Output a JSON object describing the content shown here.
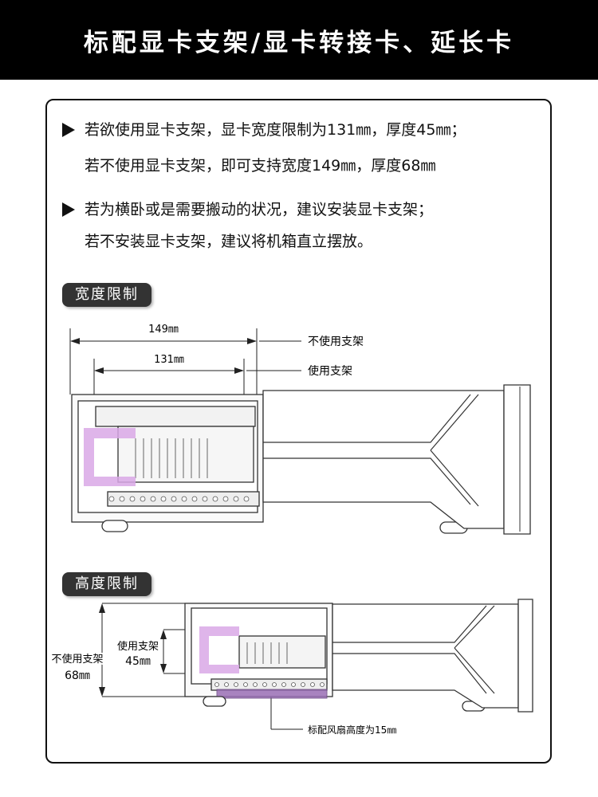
{
  "header": {
    "title": "标配显卡支架/显卡转接卡、延长卡"
  },
  "notes": {
    "line1": "若欲使用显卡支架，显卡宽度限制为131㎜，厚度45㎜；",
    "line2": "若不使用显卡支架，即可支持宽度149㎜，厚度68㎜",
    "line3": "若为横卧或是需要搬动的状况，建议安装显卡支架；",
    "line4": "若不安装显卡支架，建议将机箱直立摆放。"
  },
  "width_section": {
    "label": "宽度限制",
    "dim_without": "149㎜",
    "dim_with": "131㎜",
    "callout_without": "不使用支架",
    "callout_with": "使用支架"
  },
  "height_section": {
    "label": "高度限制",
    "without_label": "不使用支架",
    "without_value": "68㎜",
    "with_label": "使用支架",
    "with_value": "45㎜",
    "fan_note": "标配风扇高度为15㎜"
  },
  "colors": {
    "header_bg": "#000000",
    "pill_bg": "#333333",
    "bracket": "#d9a8e6",
    "fan": "#9a6fb5"
  }
}
